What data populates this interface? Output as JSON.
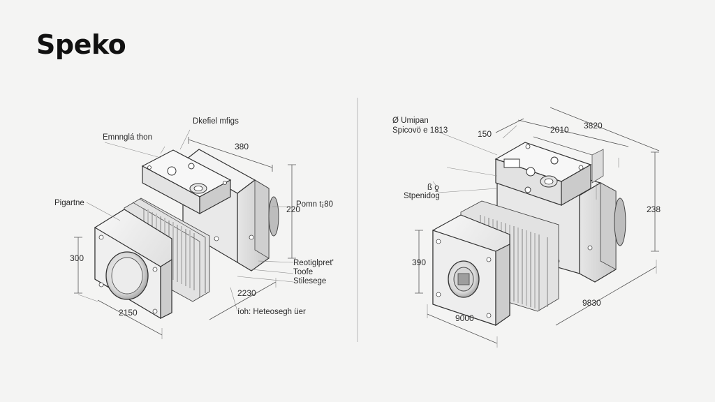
{
  "header": {
    "title": "Speko"
  },
  "left_view": {
    "callouts": {
      "top_label": "Dkefiel mfigs",
      "upper_left_label": "Emnnglá thon",
      "side_label": "Pigartne",
      "right_label": "Pomn t¡80",
      "right_stack_1": "Reotiglpret'",
      "right_stack_2": "Toofe",
      "right_stack_3": "Stilesege",
      "bottom_label": "íoh: Heteosegh üer"
    },
    "dimensions": {
      "top_width": "380",
      "right_height": "220",
      "left_height": "300",
      "bottom_front": "2150",
      "bottom_depth": "2230"
    }
  },
  "right_view": {
    "callouts": {
      "top_label_1": "Ø Umipan",
      "top_label_2": "Spicovö e 1813",
      "side_label": "Stpenidog"
    },
    "dimensions": {
      "top_a": "150",
      "top_b": "2010",
      "top_c": "3820",
      "right_height": "238",
      "left_height": "390",
      "bottom_front": "9000",
      "bottom_depth": "9830"
    }
  }
}
